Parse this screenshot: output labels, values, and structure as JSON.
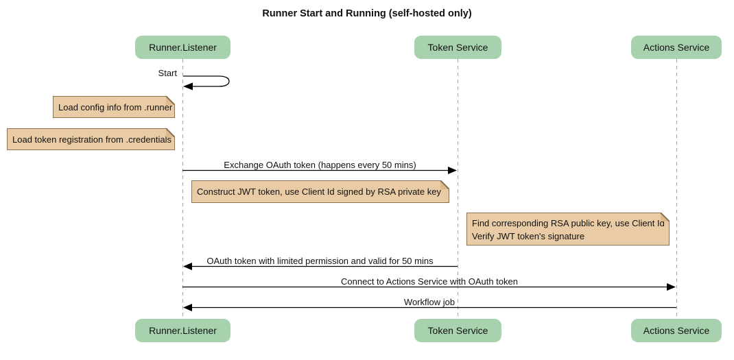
{
  "diagram": {
    "title": "Runner Start and Running (self-hosted only)",
    "type": "sequence-diagram"
  },
  "participants": [
    {
      "label": "Runner.Listener"
    },
    {
      "label": "Token Service"
    },
    {
      "label": "Actions Service"
    }
  ],
  "messages": [
    {
      "label": "Start",
      "from": "Runner.Listener",
      "to": "Runner.Listener",
      "kind": "self"
    },
    {
      "label": "Exchange OAuth token (happens every 50 mins)",
      "from": "Runner.Listener",
      "to": "Token Service",
      "kind": "solid-arrow"
    },
    {
      "label": "OAuth token with limited permission and valid for 50 mins",
      "from": "Token Service",
      "to": "Runner.Listener",
      "kind": "solid-arrow"
    },
    {
      "label": "Connect to Actions Service with OAuth token",
      "from": "Runner.Listener",
      "to": "Actions Service",
      "kind": "solid-arrow"
    },
    {
      "label": "Workflow job",
      "from": "Actions Service",
      "to": "Runner.Listener",
      "kind": "solid-arrow"
    }
  ],
  "notes": [
    {
      "text": "Load config info from .runner",
      "position": "left of Runner.Listener"
    },
    {
      "text": "Load token registration from .credentials",
      "position": "left of Runner.Listener"
    },
    {
      "text": "Construct JWT token, use Client Id signed by RSA private key",
      "position": "over Runner.Listener, Token Service"
    },
    {
      "lines": [
        "Find corresponding RSA public key, use Client Id",
        "Verify JWT token's signature"
      ],
      "position": "over Token Service, Actions Service"
    }
  ],
  "colors": {
    "participant_fill": "#a8d2ae",
    "note_fill": "#e9cba5",
    "note_border": "#8a7355",
    "lifeline": "#a6a6a6",
    "arrow": "#000000",
    "text": "#111111",
    "background": "#ffffff"
  }
}
